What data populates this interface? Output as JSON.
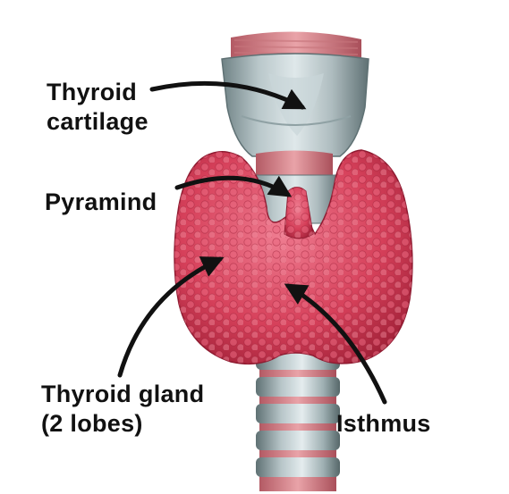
{
  "labels": {
    "thyroid_cartilage": [
      "Thyroid",
      "cartilage"
    ],
    "pyramid": "Pyramind",
    "thyroid_gland": [
      "Thyroid gland",
      "(2 lobes)"
    ],
    "isthmus": "Isthmus"
  },
  "colors": {
    "gland": "#d6405a",
    "gland_light": "#e96a80",
    "gland_dark": "#a8233b",
    "cartilage": "#aebcbf",
    "cartilage_dark": "#6f8285",
    "muscle": "#d9828a",
    "arrow": "#111111",
    "text": "#111111",
    "background": "#ffffff"
  }
}
